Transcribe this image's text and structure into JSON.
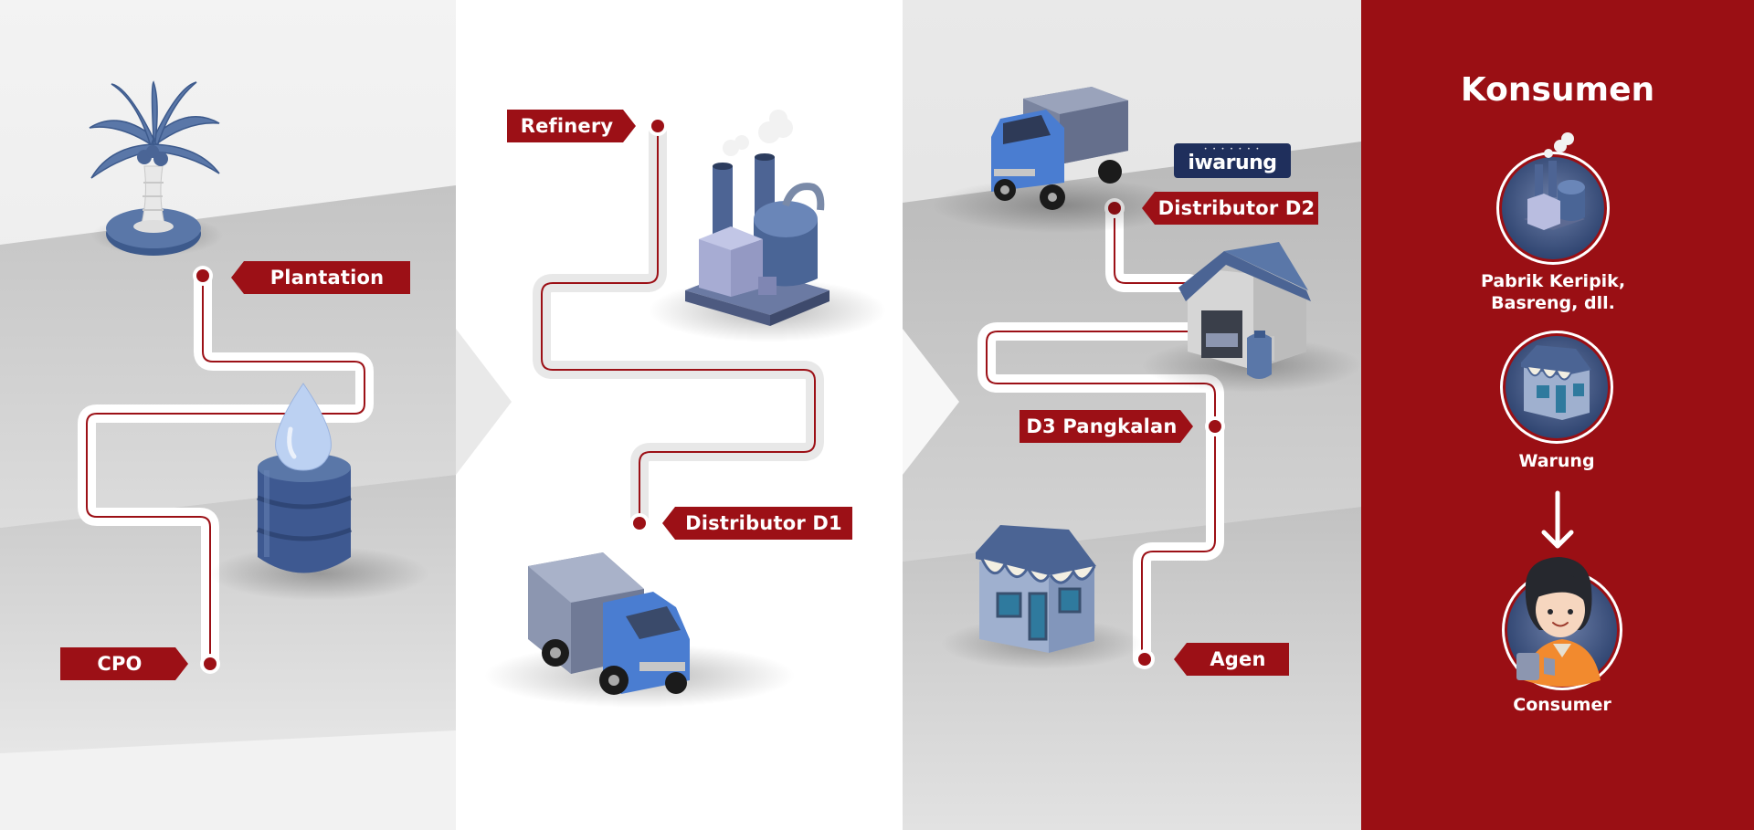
{
  "stages": {
    "plantation": "Plantation",
    "cpo": "CPO",
    "refinery": "Refinery",
    "distributor_d1": "Distributor D1",
    "distributor_d2": "Distributor D2",
    "d3_pangkalan": "D3 Pangkalan",
    "agen": "Agen"
  },
  "brand": {
    "small_text": "• • • • • • •",
    "name": "iwarung"
  },
  "konsumen": {
    "title": "Konsumen",
    "items": [
      {
        "label": "Pabrik Keripik,\nBasreng, dll."
      },
      {
        "label": "Warung"
      },
      {
        "label": "Consumer"
      }
    ]
  },
  "icons": {
    "plantation": "palm-tree-icon",
    "cpo": "oil-barrel-icon",
    "refinery": "factory-icon",
    "distributor_d1": "truck-icon",
    "distributor_d2": "truck-icon",
    "d3_pangkalan": "warehouse-icon",
    "agen": "shop-icon",
    "konsumen_1": "factory-icon",
    "konsumen_2": "shop-icon",
    "konsumen_3": "person-icon",
    "flow": "arrow-down-icon"
  },
  "colors": {
    "accent": "#9c1016",
    "icon_blue": "#5a77a8",
    "truck_blue": "#4a7dd1",
    "panel_red": "#9a0f14",
    "brand_navy": "#1f2f5c"
  }
}
